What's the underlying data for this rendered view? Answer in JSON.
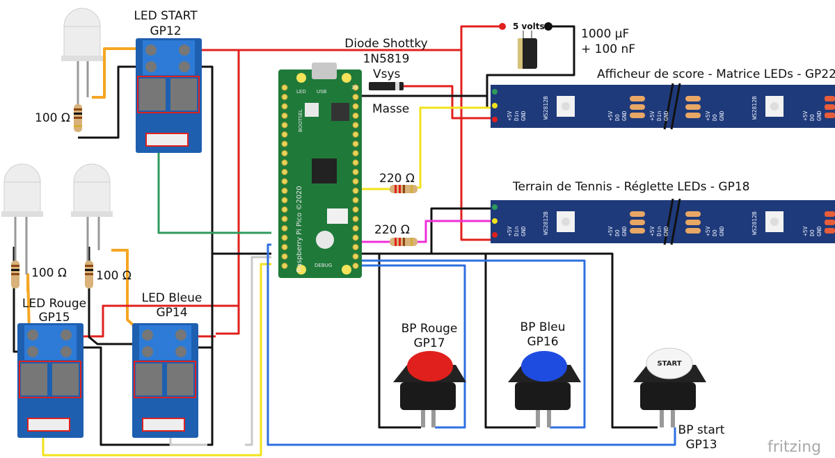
{
  "labels": {
    "led_start": [
      "LED START",
      "GP12"
    ],
    "diode": [
      "Diode Shottky",
      "1N5819"
    ],
    "five_volts": "5 volts",
    "capacitor": [
      "1000 µF",
      "+ 100 nF"
    ],
    "vsys": "Vsys",
    "masse": "Masse",
    "score_strip": "Afficheur de score - Matrice LEDs - GP22",
    "tennis_strip": "Terrain de Tennis - Réglette LEDs - GP18",
    "r220_a": "220 Ω",
    "r220_b": "220 Ω",
    "r100_start": "100 Ω",
    "r100_rouge": "100 Ω",
    "r100_bleue": "100 Ω",
    "led_rouge": [
      "LED Rouge",
      "GP15"
    ],
    "led_bleue": [
      "LED Bleue",
      "GP14"
    ],
    "bp_rouge": [
      "BP Rouge",
      "GP17"
    ],
    "bp_bleu": [
      "BP Bleu",
      "GP16"
    ],
    "bp_start": [
      "BP start",
      "GP13"
    ],
    "start_cap": "START",
    "brand": "fritzing"
  },
  "pico": {
    "name": "Raspberry Pi Pico ©2020",
    "usb": "USB",
    "led": "LED",
    "bootsel": "BOOTSEL",
    "debug": "DEBUG",
    "pin39": "39"
  },
  "strip": {
    "chip": "WS2812B",
    "pins_left": [
      "+5V",
      "Din",
      "GND"
    ],
    "pins_right": [
      "+5V",
      "DO",
      "GND"
    ]
  },
  "colors": {
    "red_wire": "#e0201d",
    "black_wire": "#111111",
    "yellow_wire": "#f2e21a",
    "green_wire": "#2e9a5c",
    "blue_wire": "#2e6fe0",
    "orange_wire": "#f5a623",
    "magenta_wire": "#ee2fd8",
    "gray_wire": "#c8c8c8",
    "pico_green": "#1f7a3a",
    "strip_blue": "#1f3a7a",
    "mosfet_blue": "#1e5fb0"
  }
}
